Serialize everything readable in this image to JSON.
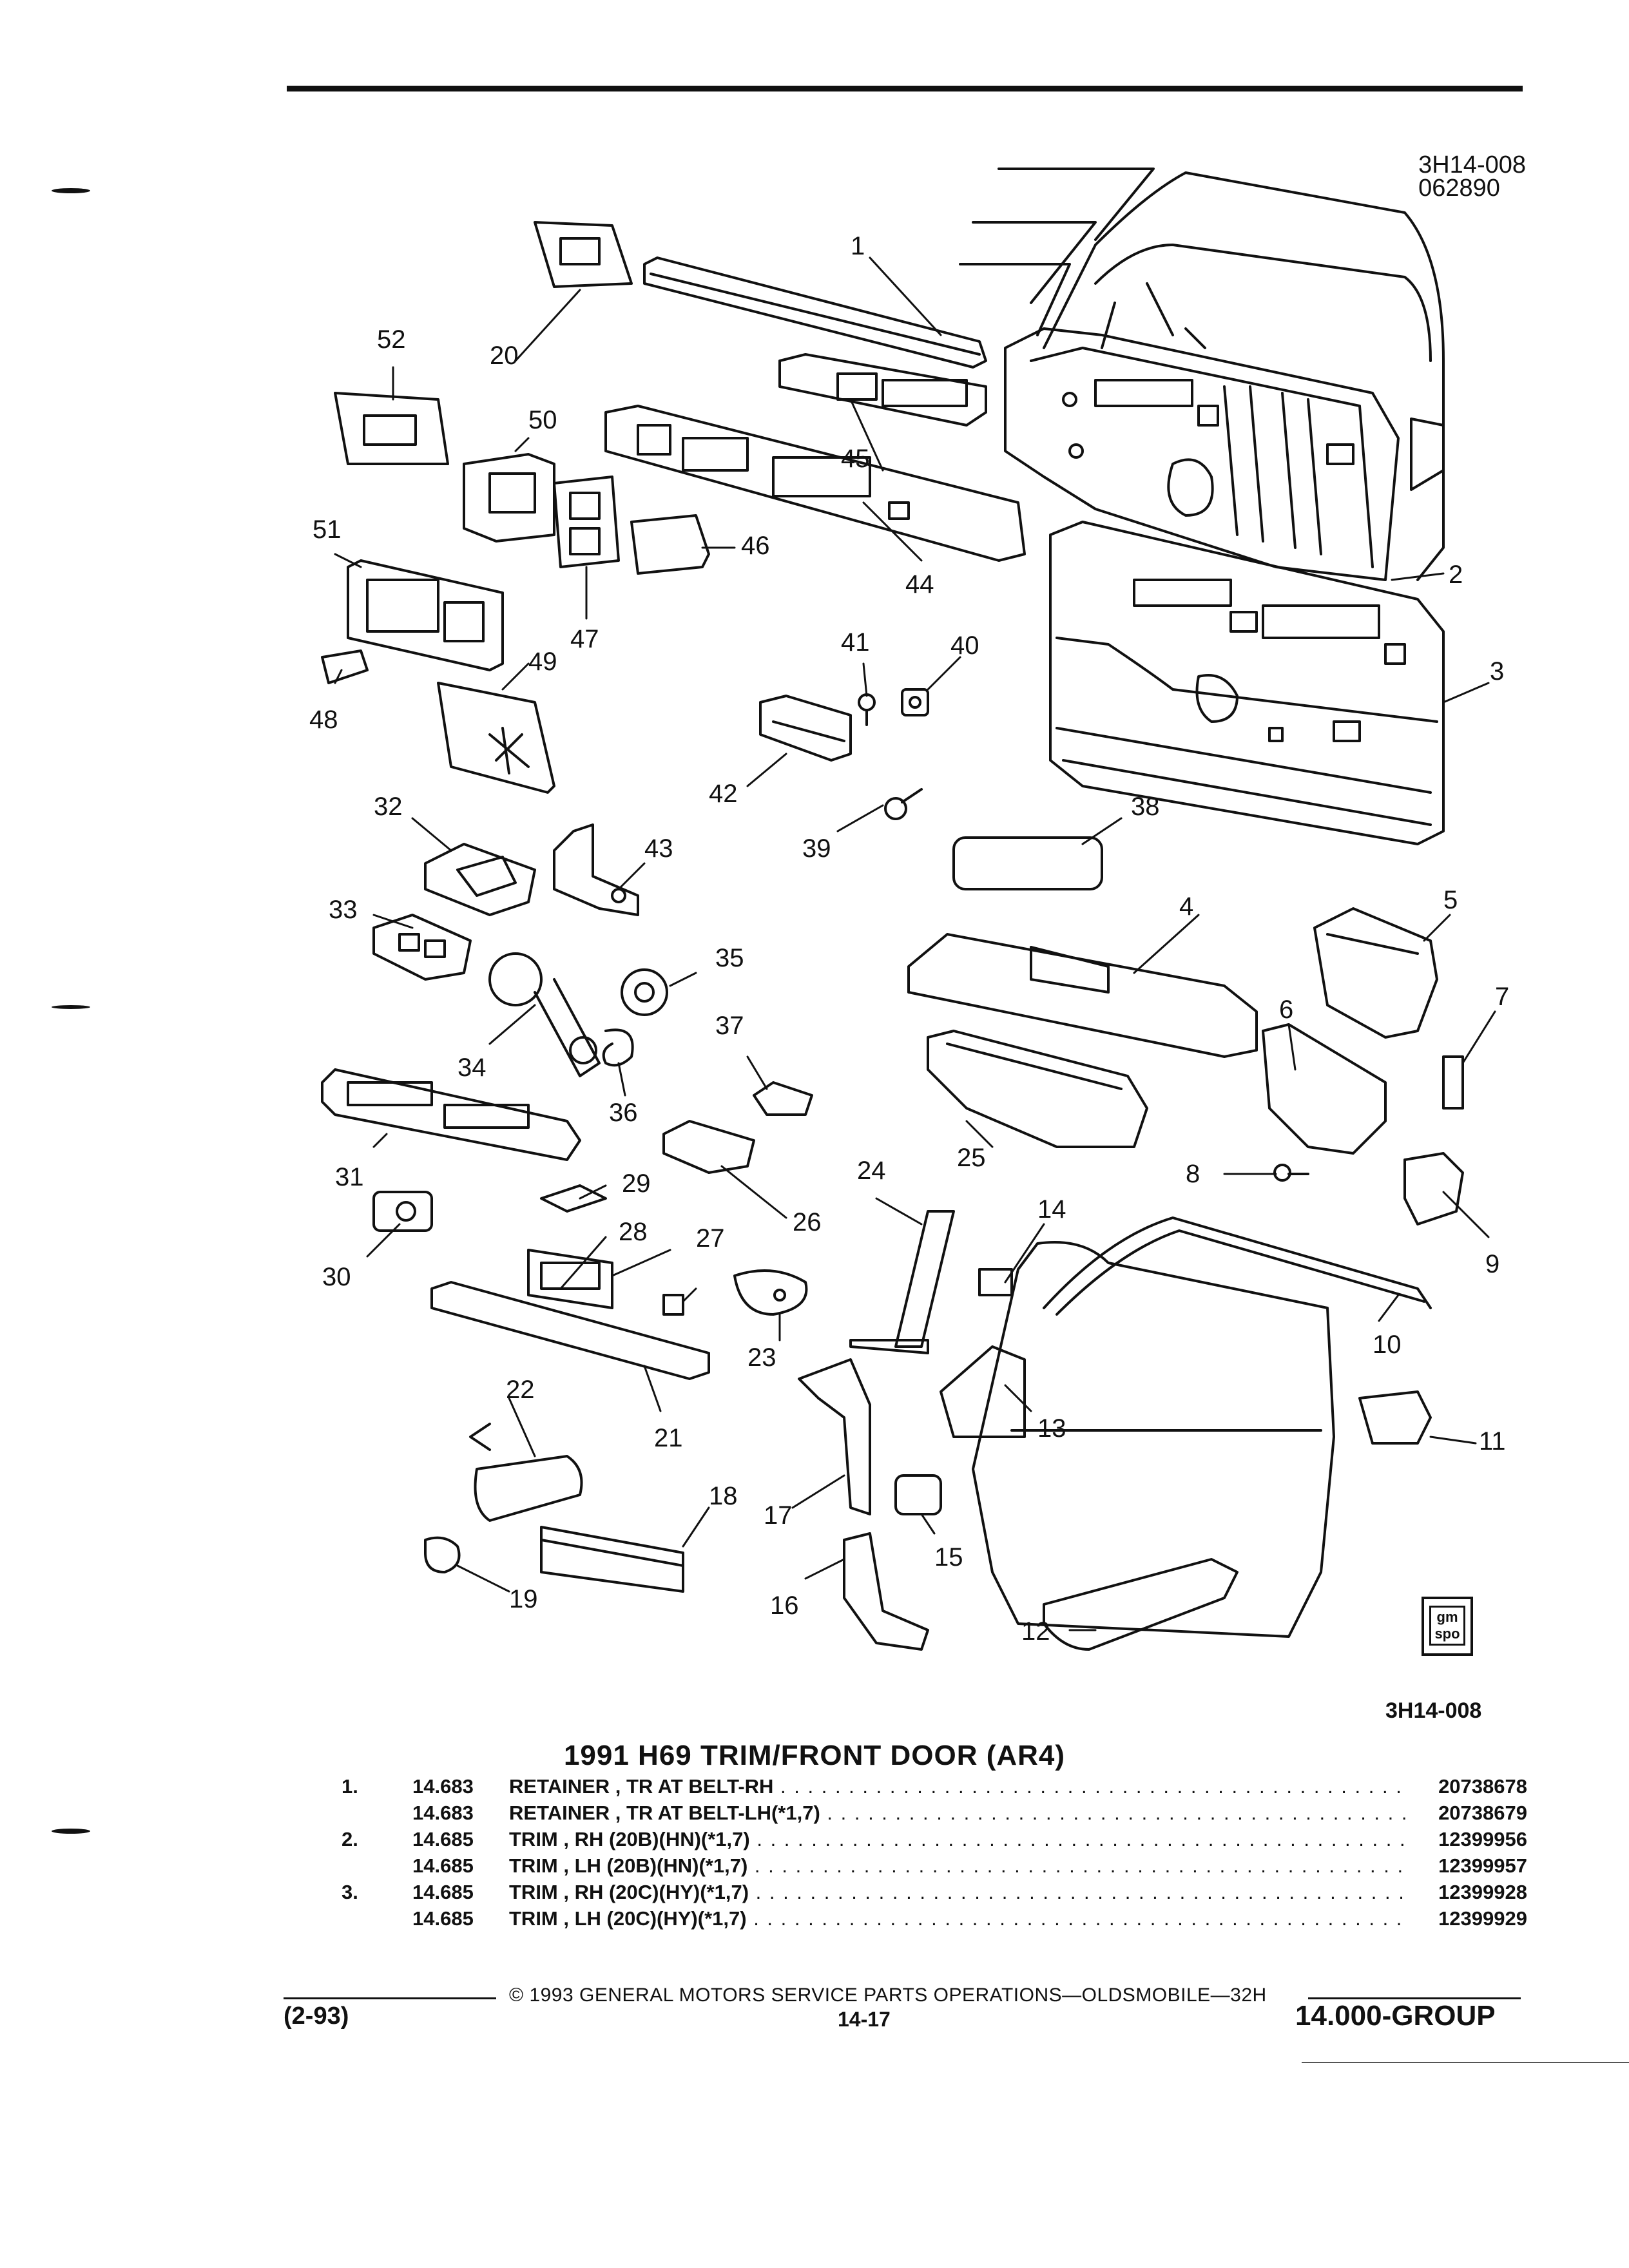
{
  "figure": {
    "code": "3H14-008",
    "date": "062890",
    "ref": "3H14-008",
    "callouts": [
      "1",
      "2",
      "3",
      "4",
      "5",
      "6",
      "7",
      "8",
      "9",
      "10",
      "11",
      "12",
      "13",
      "14",
      "15",
      "16",
      "17",
      "18",
      "19",
      "20",
      "21",
      "22",
      "23",
      "24",
      "25",
      "26",
      "27",
      "28",
      "29",
      "30",
      "31",
      "32",
      "33",
      "34",
      "35",
      "36",
      "37",
      "38",
      "39",
      "40",
      "41",
      "42",
      "43",
      "44",
      "45",
      "46",
      "47",
      "48",
      "49",
      "50",
      "51",
      "52"
    ]
  },
  "section_title": "1991 H69 TRIM/FRONT DOOR (AR4)",
  "parts": [
    {
      "item": "1.",
      "group": "14.683",
      "desc": "RETAINER , TR AT BELT-RH",
      "number": "20738678"
    },
    {
      "item": "",
      "group": "14.683",
      "desc": "RETAINER , TR AT BELT-LH(*1,7)",
      "number": "20738679"
    },
    {
      "item": "2.",
      "group": "14.685",
      "desc": "TRIM , RH (20B)(HN)(*1,7)",
      "number": "12399956"
    },
    {
      "item": "",
      "group": "14.685",
      "desc": "TRIM , LH (20B)(HN)(*1,7)",
      "number": "12399957"
    },
    {
      "item": "3.",
      "group": "14.685",
      "desc": "TRIM , RH (20C)(HY)(*1,7)",
      "number": "12399928"
    },
    {
      "item": "",
      "group": "14.685",
      "desc": "TRIM , LH (20C)(HY)(*1,7)",
      "number": "12399929"
    }
  ],
  "footer": {
    "copyright": "© 1993 GENERAL MOTORS SERVICE PARTS OPERATIONS—OLDSMOBILE—32H",
    "date_code": "(2-93)",
    "page": "14-17",
    "group": "14.000-GROUP"
  },
  "logo_text": [
    "gm",
    "spo"
  ]
}
